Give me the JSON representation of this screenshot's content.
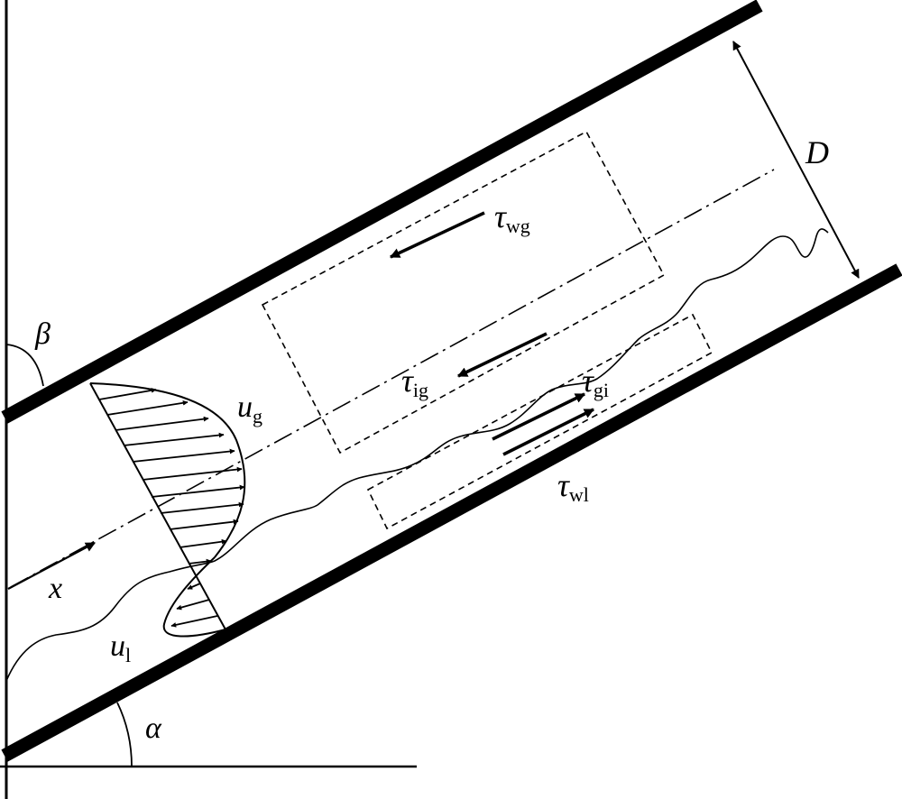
{
  "labels": {
    "diameter": "D",
    "tau_symbol": "τ",
    "tau_wg_sub": "wg",
    "tau_ig_sub": "ig",
    "tau_gi_sub": "gi",
    "tau_wl_sub": "wl",
    "u_symbol": "u",
    "ug_sub": "g",
    "ul_sub": "l",
    "x": "x",
    "alpha": "α",
    "beta": "β"
  }
}
